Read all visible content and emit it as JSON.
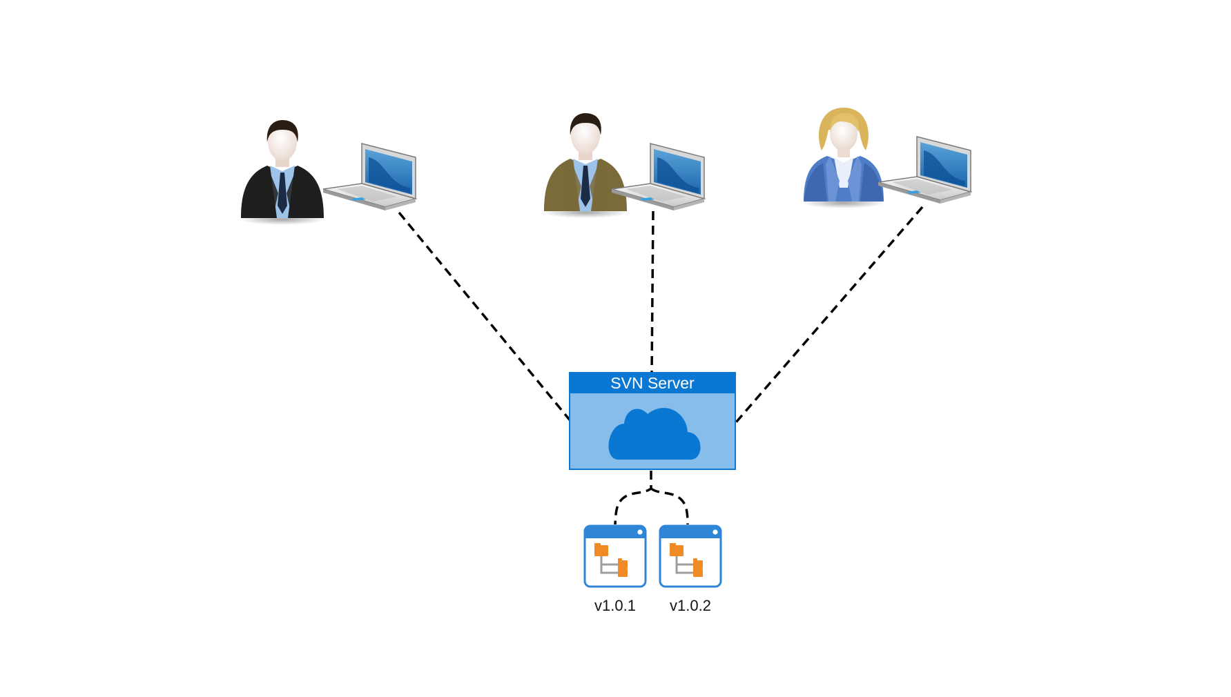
{
  "server": {
    "title": "SVN Server",
    "icon": "cloud-icon",
    "header_color": "#0a78d2",
    "body_color": "#86bdeb",
    "cloud_color": "#0a78d2"
  },
  "users": [
    {
      "icon": "businessman-icon",
      "suit_color": "#1f1f1f",
      "device": "laptop-icon"
    },
    {
      "icon": "businessman-icon",
      "suit_color": "#7b6a3a",
      "device": "laptop-icon"
    },
    {
      "icon": "businesswoman-icon",
      "suit_color": "#4f7dc8",
      "device": "laptop-icon"
    }
  ],
  "versions": [
    {
      "label": "v1.0.1",
      "icon": "folder-tree-icon"
    },
    {
      "label": "v1.0.2",
      "icon": "folder-tree-icon"
    }
  ],
  "connector_style": "dashed"
}
